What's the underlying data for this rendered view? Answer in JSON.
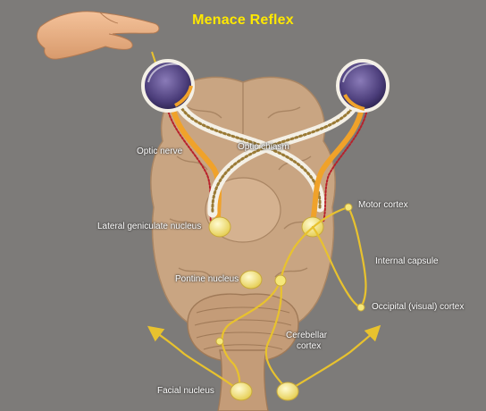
{
  "title": "Menace Reflex",
  "labels": {
    "optic_nerve": "Optic nerve",
    "optic_chiasm": "Optic chiasm",
    "motor_cortex": "Motor cortex",
    "lateral_geniculate_nucleus": "Lateral geniculate nucleus",
    "internal_capsule": "Internal capsule",
    "pontine_nucleus": "Pontine nucleus",
    "occipital_cortex": "Occipital (visual) cortex",
    "cerebellar_cortex_line1": "Cerebellar",
    "cerebellar_cortex_line2": "cortex",
    "facial_nucleus": "Facial nucleus"
  },
  "colors": {
    "background": "#7d7b79",
    "title": "#ffe800",
    "brain": "#c9a582",
    "nerve_orange": "#f0a22a",
    "nerve_white": "#f4f0e6",
    "nerve_red": "#b8202a",
    "pathway_yellow": "#e8c22e",
    "nucleus": "#f5e77a"
  }
}
